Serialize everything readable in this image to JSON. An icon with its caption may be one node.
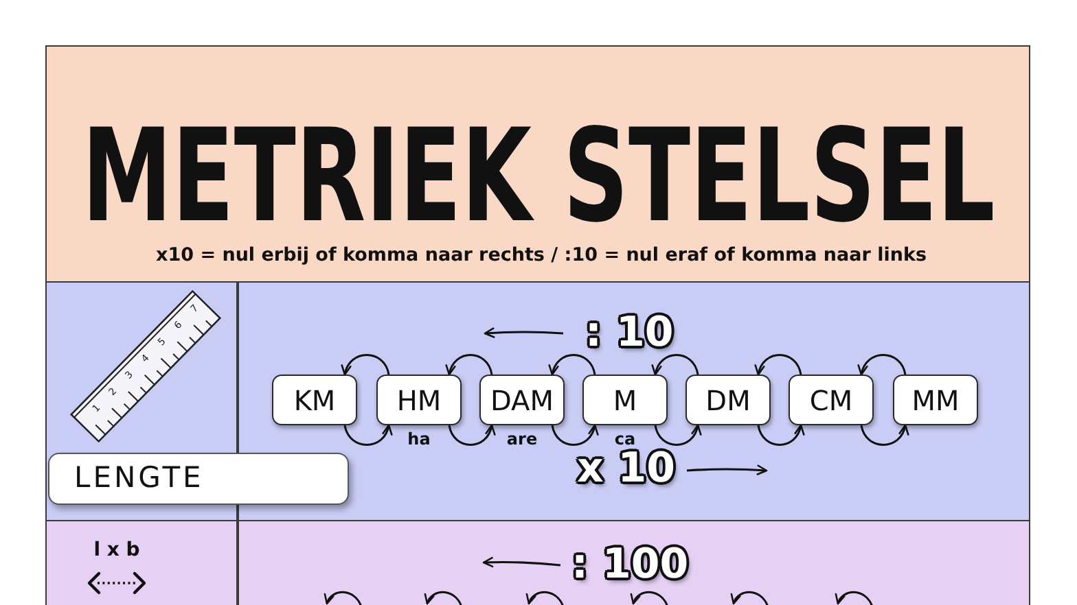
{
  "diagram": {
    "title": "METRIEK STELSEL",
    "nodes": [
      {
        "text": [
          "KM"
        ]
      },
      {
        "text": [
          "HM"
        ],
        "beside": [
          "ha"
        ]
      },
      {
        "text": [
          "DAM"
        ],
        "beside": [
          "are"
        ]
      },
      {
        "text": [
          "M"
        ],
        "beside": [
          "ca"
        ]
      },
      {
        "text": [
          "DM"
        ]
      },
      {
        "text": [
          "CM"
        ]
      },
      {
        "text": [
          "MM"
        ]
      },
      {
        "text": [
          "LENGTE"
        ]
      }
    ],
    "edges": [
      {
        "from": 1,
        "to": 0,
        "arrow": "to"
      },
      {
        "from": 2,
        "to": 1,
        "arrow": "to"
      },
      {
        "from": 3,
        "to": 2,
        "arrow": "to"
      },
      {
        "from": 4,
        "to": 3,
        "arrow": "to"
      },
      {
        "from": 5,
        "to": 4,
        "arrow": "to"
      },
      {
        "from": 6,
        "to": 5,
        "arrow": "to"
      },
      {
        "from": 0,
        "to": 1,
        "arrow": "to"
      },
      {
        "from": 1,
        "to": 2,
        "arrow": "to"
      },
      {
        "from": 2,
        "to": 3,
        "arrow": "to"
      },
      {
        "from": 3,
        "to": 4,
        "arrow": "to"
      },
      {
        "from": 4,
        "to": 5,
        "arrow": "to"
      },
      {
        "from": 5,
        "to": 6,
        "arrow": "to"
      }
    ],
    "labels": [
      "x10 = nul erbij of komma naar rechts / :10 = nul eraf of komma naar links",
      "1",
      "2",
      "3",
      "4",
      "5",
      "6",
      "7",
      ": 10",
      "x 10",
      "l x b",
      ": 100"
    ]
  }
}
